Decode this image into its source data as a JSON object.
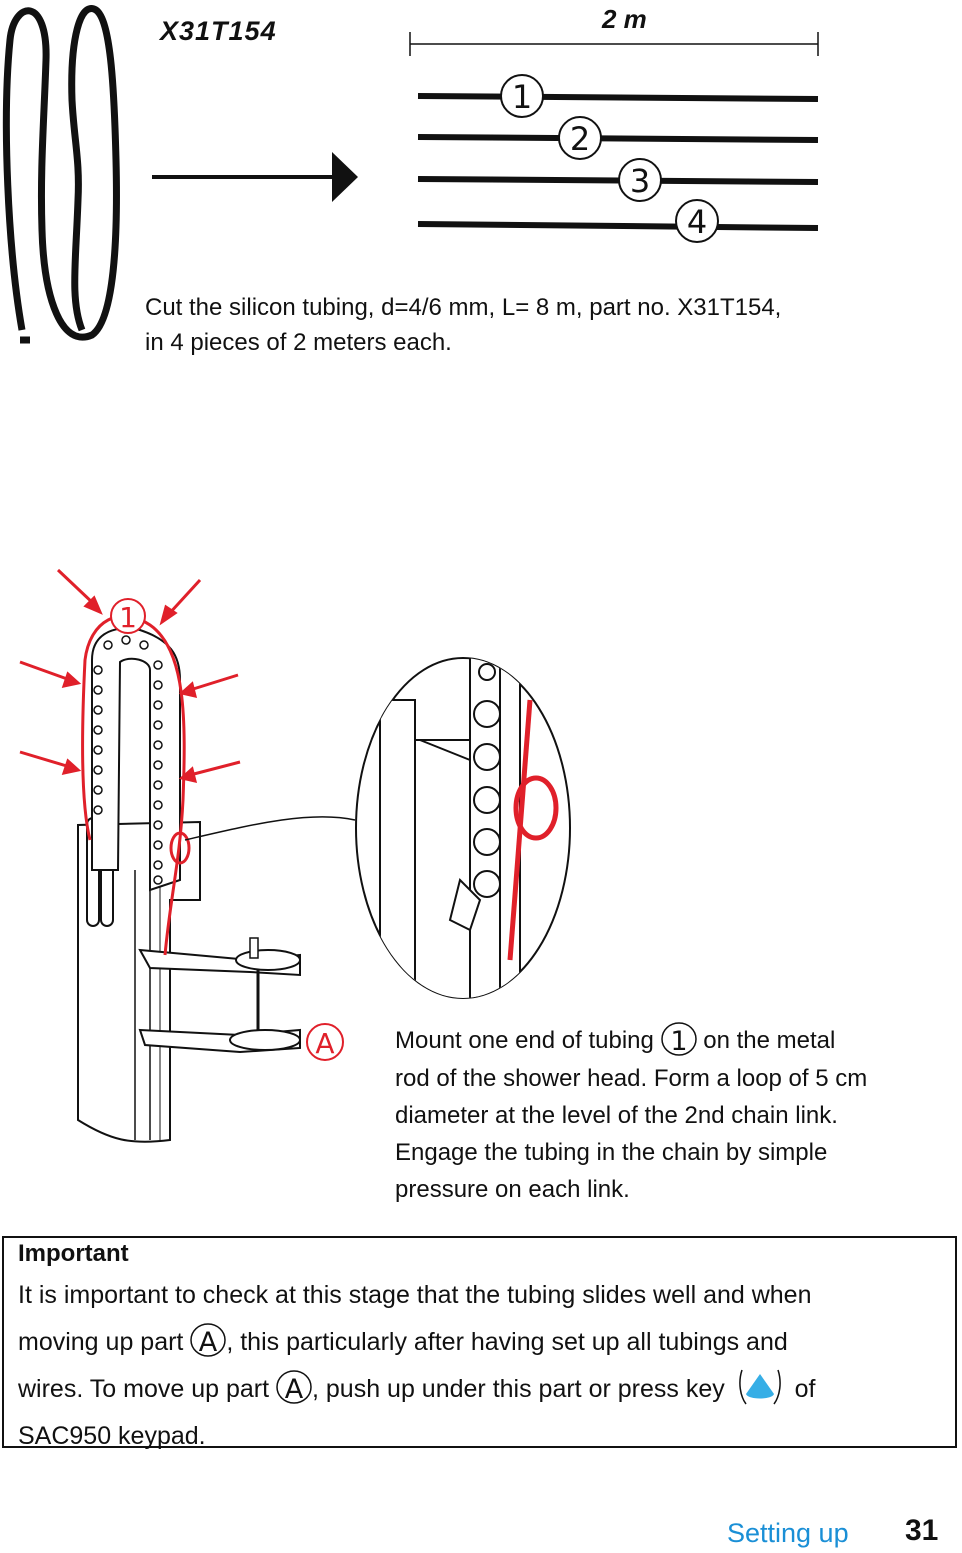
{
  "top_figure": {
    "part_number": "X31T154",
    "length_label": "2 m",
    "piece_numbers": [
      "1",
      "2",
      "3",
      "4"
    ],
    "caption_lines": [
      "Cut the silicon tubing, d=4/6 mm, L= 8 m, part no. X31T154,",
      "in 4 pieces of 2 meters each."
    ]
  },
  "bottom_figure": {
    "callout_1": "1",
    "callout_a": "A",
    "caption": {
      "line1_before": "Mount one end of tubing",
      "line1_badge": "1",
      "line1_after": "on the metal",
      "line2": "rod of the shower head. Form a loop of 5 cm",
      "line3": "diameter at the level of the 2nd chain link.",
      "line4": "Engage the tubing in the chain by simple",
      "line5": "pressure on each link."
    }
  },
  "important": {
    "title": "Important",
    "line1": "It is important to check at this stage that the tubing slides well and when",
    "line2_before": "moving up part",
    "badge_a": "A",
    "line2_after": ", this particularly after having set up all tubings and",
    "line3_before": "wires. To move up part",
    "line3_mid": ", push up under this part or press key",
    "line3_after": "of",
    "line4": "SAC950 keypad."
  },
  "footer": {
    "section": "Setting up",
    "page": "31"
  },
  "colors": {
    "accent_red": "#e0202a",
    "accent_blue": "#1a8fd6",
    "key_blue": "#36aee6"
  }
}
